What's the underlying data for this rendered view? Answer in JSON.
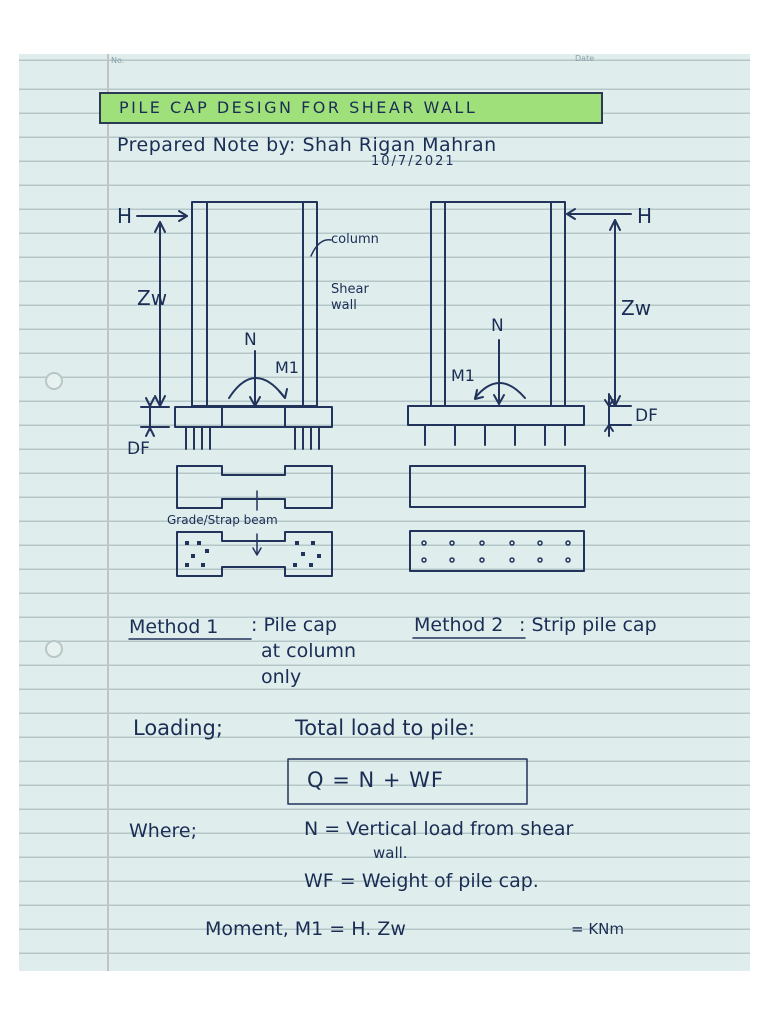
{
  "header": {
    "no_label": "No.",
    "date_label": "Date",
    "title": "PILE CAP DESIGN FOR SHEAR WALL",
    "prepared": "Prepared Note by: Shah Rigan Mahran",
    "date": "10/7/2021"
  },
  "diagram": {
    "left": {
      "H": "H",
      "Zw": "Zw",
      "column": "column",
      "shear_wall": "Shear wall",
      "N": "N",
      "M1": "M1",
      "Df": "DF",
      "grade_beam": "Grade/Strap beam"
    },
    "right": {
      "H": "H",
      "Zw": "Zw",
      "N": "N",
      "M1": "M1",
      "Df": "DF"
    }
  },
  "methods": {
    "m1_label": "Method 1",
    "m1_text_1": ": Pile cap",
    "m1_text_2": "at column",
    "m1_text_3": "only",
    "m2_label": "Method 2",
    "m2_text": ": Strip pile cap"
  },
  "loading": {
    "label": "Loading;",
    "total": "Total load to pile:",
    "formula": "Q = N + WF",
    "where": "Where;",
    "n_def_1": "N = Vertical load from shear",
    "n_def_2": "wall.",
    "wf_def": "WF = Weight of pile cap.",
    "moment": "Moment, M1 = H. Zw",
    "unit": "= KNm"
  },
  "colors": {
    "paper": "#dfeeed",
    "ink": "#1b2d55",
    "title_highlight": "#9fe07a"
  }
}
